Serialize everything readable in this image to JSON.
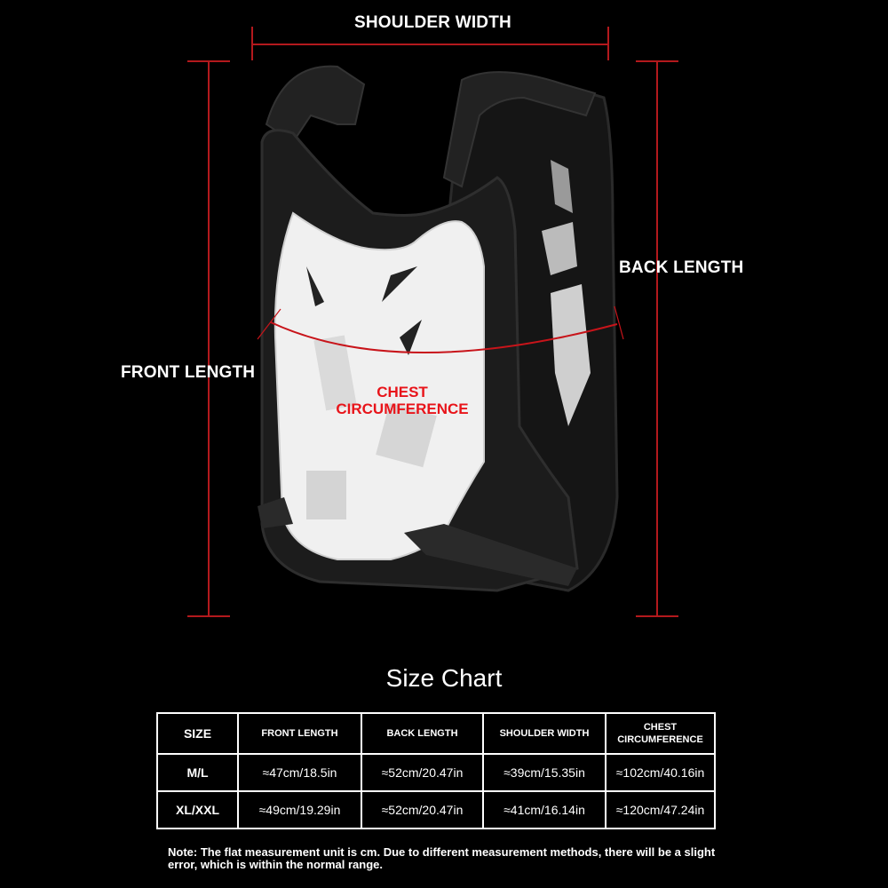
{
  "diagram": {
    "labels": {
      "shoulder_width": "SHOULDER WIDTH",
      "back_length": "BACK LENGTH",
      "front_length": "FRONT LENGTH",
      "chest_line1": "CHEST",
      "chest_line2": "CIRCUMFERENCE"
    },
    "colors": {
      "background": "#000000",
      "measure_line": "#b3191d",
      "chest_label": "#e8141a",
      "vest_shell": "#f2f2f2",
      "vest_padding": "#1a1a1a"
    }
  },
  "size_chart": {
    "title": "Size Chart",
    "headers": [
      "SIZE",
      "FRONT LENGTH",
      "BACK LENGTH",
      "SHOULDER WIDTH",
      "CHEST CIRCUMFERENCE"
    ],
    "rows": [
      [
        "M/L",
        "≈47cm/18.5in",
        "≈52cm/20.47in",
        "≈39cm/15.35in",
        "≈102cm/40.16in"
      ],
      [
        "XL/XXL",
        "≈49cm/19.29in",
        "≈52cm/20.47in",
        "≈41cm/16.14in",
        "≈120cm/47.24in"
      ]
    ],
    "note": "Note: The flat measurement unit is cm. Due to different measurement methods, there will be a slight error, which is within the normal range."
  }
}
